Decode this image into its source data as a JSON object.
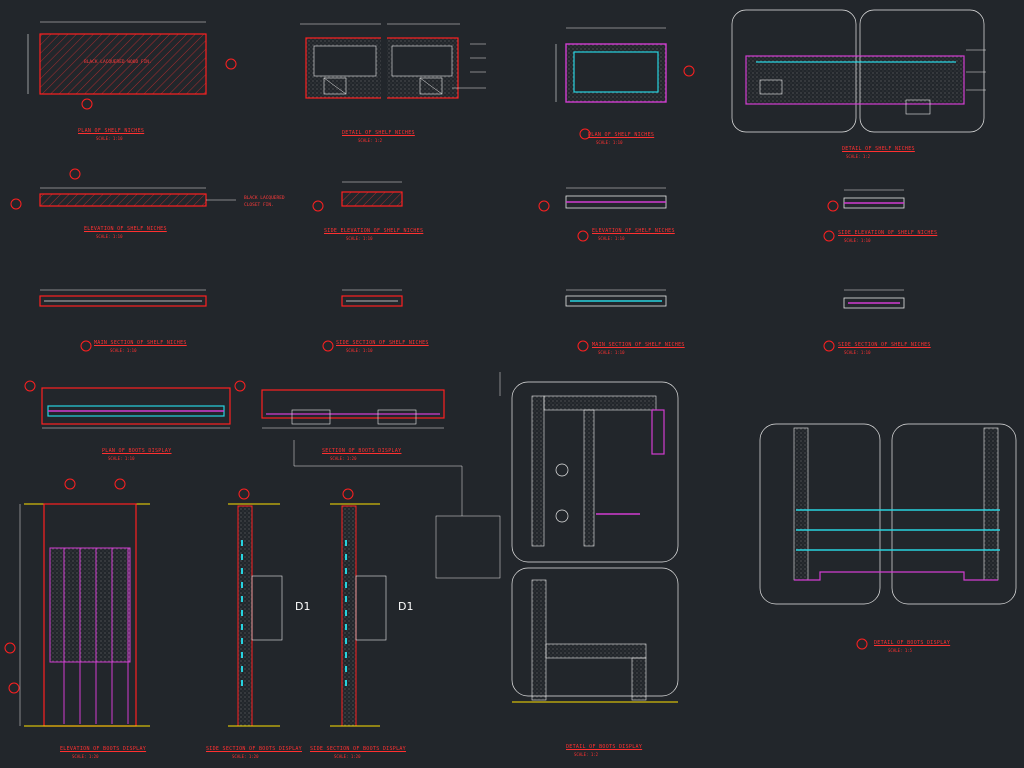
{
  "colors": {
    "background": "#22262b",
    "red": "#ff2020",
    "white": "#e8e8e8",
    "magenta": "#d13cd1",
    "cyan": "#27d3e0",
    "hatch": "#9a9a9a"
  },
  "drawing": {
    "titles": {
      "plan_shelf": "PLAN OF SHELF NICHES",
      "detail_shelf": "DETAIL OF SHELF NICHES",
      "plan_shelf_2": "PLAN OF SHELF NICHES",
      "detail_shelf_2": "DETAIL OF SHELF NICHES",
      "elev_shelf": "ELEVATION OF SHELF NICHES",
      "side_elev_shelf": "SIDE ELEVATION OF SHELF NICHES",
      "elev_shelf_2": "ELEVATION OF SHELF NICHES",
      "side_elev_shelf_2": "SIDE ELEVATION OF SHELF NICHES",
      "main_section": "MAIN SECTION OF SHELF NICHES",
      "side_section": "SIDE SECTION OF SHELF NICHES",
      "main_section_2": "MAIN SECTION OF SHELF NICHES",
      "side_section_2": "SIDE SECTION OF SHELF NICHES",
      "plan_boots": "PLAN OF BOOTS DISPLAY",
      "section_boots": "SECTION OF BOOTS DISPLAY",
      "elev_boots": "ELEVATION OF BOOTS DISPLAY",
      "side_section_boots": "SIDE SECTION OF BOOTS DISPLAY",
      "side_section_boots_2": "SIDE SECTION OF BOOTS DISPLAY",
      "detail_boots_a": "DETAIL OF BOOTS DISPLAY",
      "detail_boots_b": "DETAIL OF BOOTS DISPLAY"
    },
    "scales": {
      "s1": "SCALE: 1:10",
      "s2": "SCALE: 1:2",
      "s3": "SCALE: 1:10",
      "s4": "SCALE: 1:2",
      "s5": "SCALE: 1:10",
      "s6": "SCALE: 1:10",
      "s7": "SCALE: 1:10",
      "s8": "SCALE: 1:10",
      "s9": "SCALE: 1:10",
      "s10": "SCALE: 1:10",
      "s11": "SCALE: 1:10",
      "s12": "SCALE: 1:10",
      "s13": "SCALE: 1:10",
      "s14": "SCALE: 1:20",
      "s15": "SCALE: 1:20",
      "s16": "SCALE: 1:20",
      "s17": "SCALE: 1:20",
      "s18": "SCALE: 1:2",
      "s19": "SCALE: 1:5"
    },
    "notes": {
      "black_lacquered_1": "BLACK LACQUERED WOOD FIN.",
      "black_lacquered_2": "BLACK LACQUERED",
      "closet_fin": "CLOSET FIN.",
      "d1_a": "D1",
      "d1_b": "D1"
    }
  }
}
